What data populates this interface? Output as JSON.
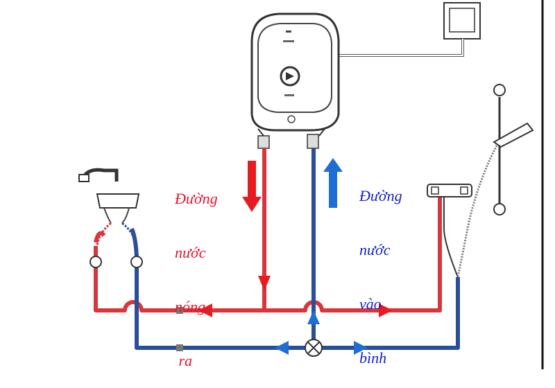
{
  "labels": {
    "hot_out": {
      "lines": [
        "Đường",
        "nước",
        "nóng",
        " ra"
      ],
      "color": "#e8112d"
    },
    "cold_in": {
      "lines": [
        "Đường",
        "nước",
        "vào",
        "bình"
      ],
      "color": "#1420c8"
    }
  },
  "colors": {
    "hot_pipe": "#d8363c",
    "cold_pipe": "#2a4f9a",
    "hot_arrow": "#e61c22",
    "cold_arrow": "#1f6fd2",
    "outline": "#333333"
  },
  "icons": [
    "water-heater-icon",
    "control-box-icon",
    "basin-faucet-icon",
    "shower-mixer-icon",
    "shower-head-icon",
    "shut-off-valve-icon"
  ]
}
